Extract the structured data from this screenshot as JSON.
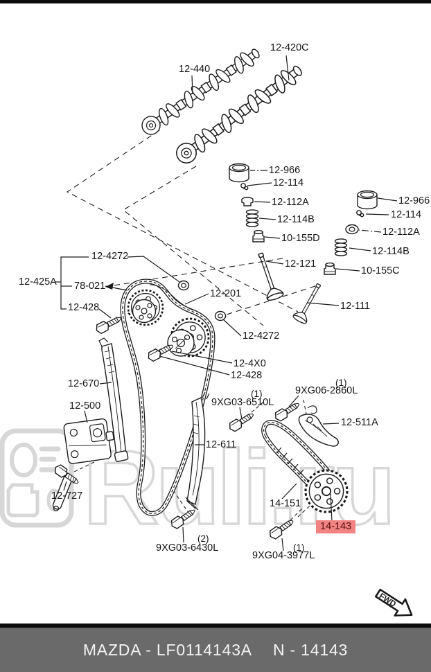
{
  "watermark": {
    "text": "Ruli.ru"
  },
  "fwd_label": "FWD",
  "footer": {
    "left": "MAZDA - LF0114143A",
    "right": "N - 14143",
    "bg_color": "#6a6a6a",
    "text_color": "#f4f4f4"
  },
  "highlight": {
    "bg_color": "#f28383",
    "text_color": "#5a1111"
  },
  "labels": {
    "cam_12_440": "12-440",
    "cam_12_420c": "12-420C",
    "tappet_left": "12-966",
    "keeper_left": "12-114",
    "seat_left": "12-112A",
    "spring_left": "12-114B",
    "seal_left": "10-155D",
    "valve_left": "12-121",
    "tappet_right": "12-966",
    "keeper_right": "12-114",
    "seat_right": "12-112A",
    "spring_right": "12-114B",
    "seal_right": "10-155C",
    "valve_right": "12-111",
    "washer_top": "12-4272",
    "assembly_group": "12-425A",
    "cam_sprocket": "78-021",
    "bolt_left": "12-428",
    "timing_chain": "12-201",
    "washer_mid": "12-4272",
    "actuator": "12-4X0",
    "bolt_right": "12-428",
    "chain_guide_long": "12-670",
    "chain_tensioner": "12-500",
    "qty_6510": "(1)",
    "bolt_9xg03_6510l": "9XG03-6510L",
    "qty_2860": "(1)",
    "bolt_9xg06_2860l": "9XG06-2860L",
    "tensioner_arm": "12-511A",
    "chain_guide_short": "12-611",
    "tensioner_bolt": "12-727",
    "oil_pump_chain": "14-151",
    "oil_pump_sprocket": "14-143",
    "qty_6430": "(2)",
    "bolt_9xg03_6430l": "9XG03-6430L",
    "qty_3977": "(1)",
    "bolt_9xg04_3977l": "9XG04-3977L"
  }
}
